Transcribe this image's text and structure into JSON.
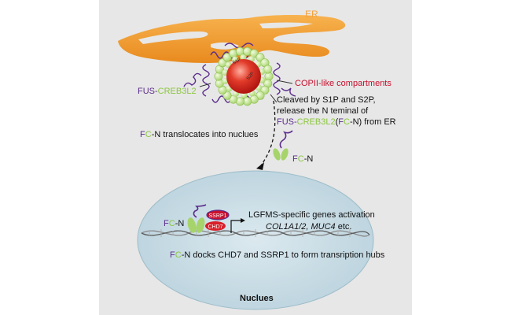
{
  "colors": {
    "panel": "#e7e7e7",
    "er": "#f5a23d",
    "fus": "#5b2d8c",
    "creb": "#8cc63f",
    "copii": "#c8102e",
    "red_sphere": "#e23b2a",
    "nucleus": "#c9dde6"
  },
  "labels": {
    "er": "ER",
    "copii": "COPII-like compartments",
    "s1p": "S1P",
    "s2p": "S2P",
    "fusion": {
      "fus": "FUS-",
      "creb": "CREB3L2"
    },
    "cleaved_line1": "Cleaved by S1P and S2P,",
    "cleaved_line2": "release the N teminal of",
    "cleaved_line3": {
      "fus": "FUS-",
      "creb": "CREB3L2",
      "open": "(",
      "f": "F",
      "c": "C",
      "tail": "-N) from ER"
    },
    "translocate": {
      "f": "F",
      "c": "C",
      "tail": "-N translocates into nuclues"
    },
    "fcn_cyto": {
      "f": "F",
      "c": "C",
      "tail": "-N"
    },
    "fcn_nuc": {
      "f": "F",
      "c": "C",
      "tail": "-N"
    },
    "ssrp1": "SSRP1",
    "chd7": "CHD7",
    "activation_line1": "LGFMS-specific genes activation",
    "activation_line2": {
      "genes": "COL1A1/2, MUC4",
      "tail": " etc."
    },
    "docks": {
      "f": "F",
      "c": "C",
      "tail": "-N docks CHD7 and SSRP1 to form transription hubs"
    },
    "nucleus": "Nuclues"
  }
}
